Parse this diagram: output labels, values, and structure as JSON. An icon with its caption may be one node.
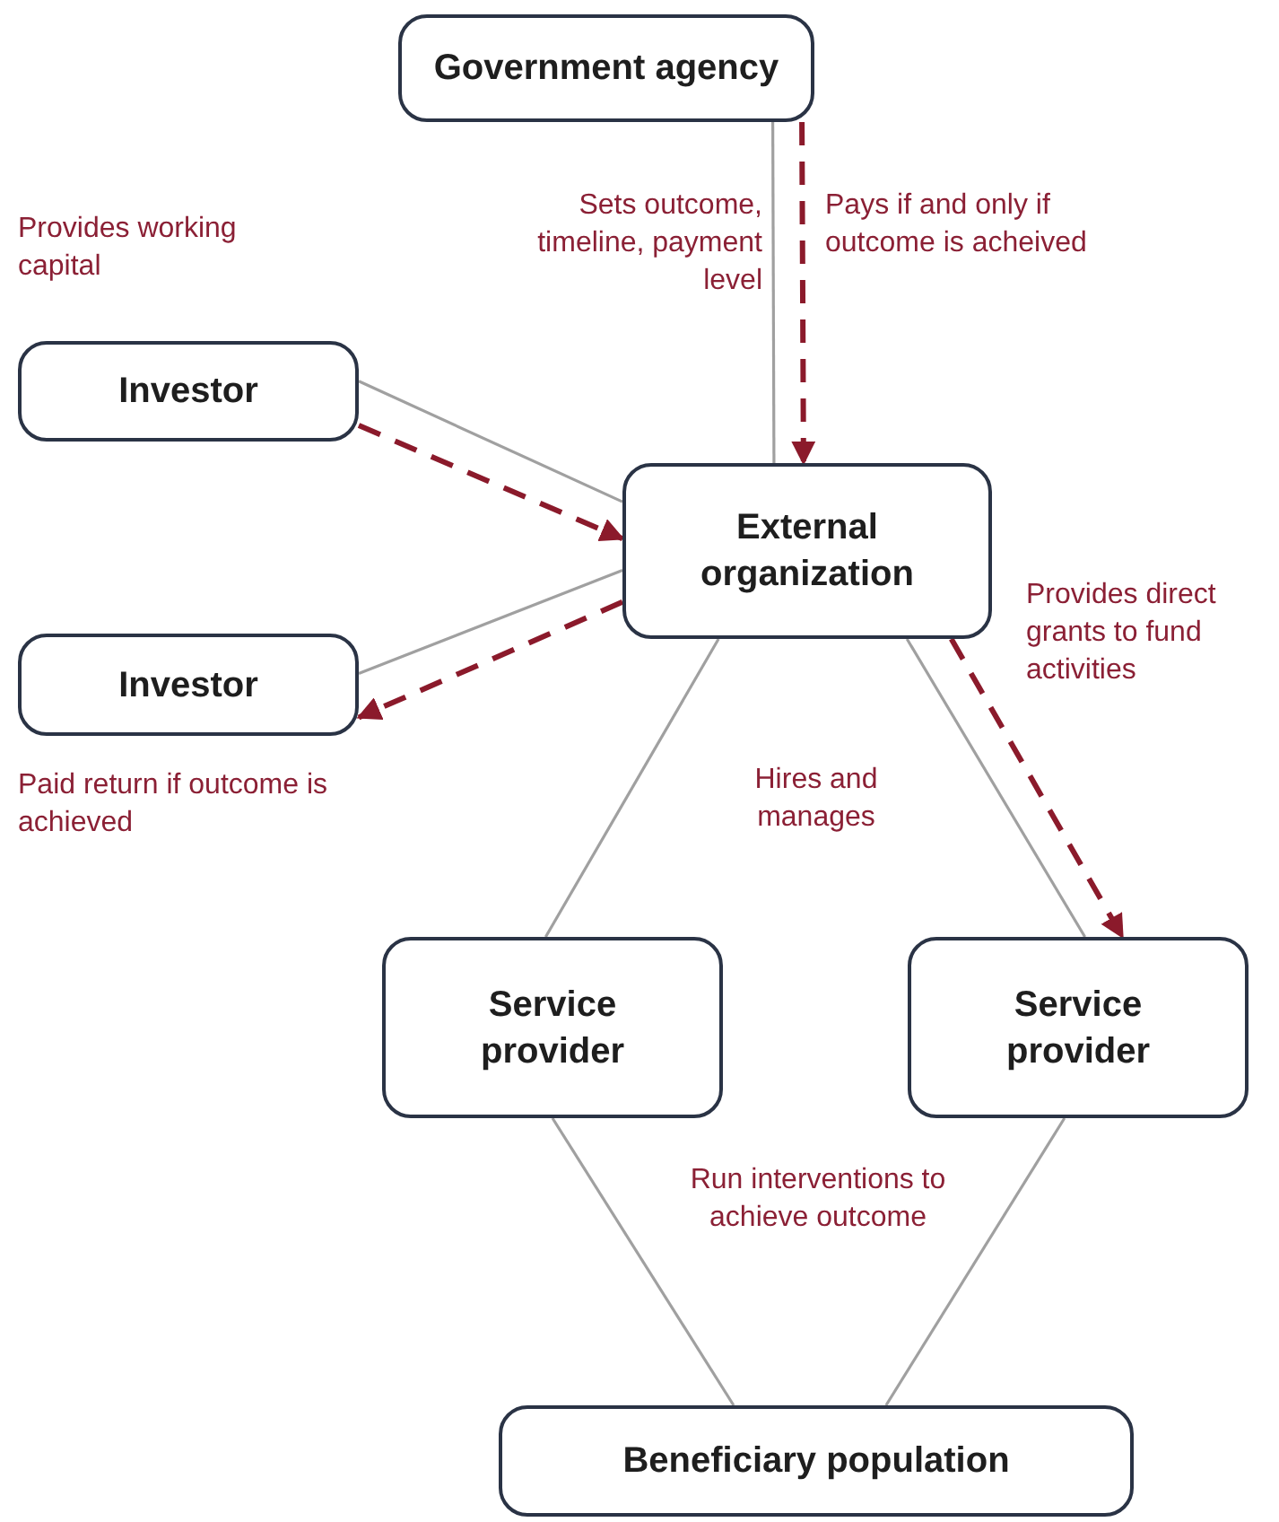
{
  "diagram": {
    "nodes": [
      {
        "text": [
          "Government agency"
        ]
      },
      {
        "text": [
          "Investor"
        ],
        "beside": [
          "Provides working capital"
        ]
      },
      {
        "text": [
          "External organization"
        ]
      },
      {
        "text": [
          "Investor"
        ],
        "beside": [
          "Paid return if outcome is achieved"
        ]
      },
      {
        "text": [
          "Service provider"
        ]
      },
      {
        "text": [
          "Service provider"
        ]
      },
      {
        "text": [
          "Beneficiary population"
        ]
      }
    ],
    "edges": [
      {
        "from": 0,
        "to": 2,
        "arrow": "none",
        "label": "Sets outcome, timeline, payment level"
      },
      {
        "from": 0,
        "to": 2,
        "arrow": "to",
        "style": "dashed",
        "color": "#8b1a2b",
        "label": "Pays if and only if outcome is acheived"
      },
      {
        "from": 1,
        "to": 2,
        "arrow": "none"
      },
      {
        "from": 1,
        "to": 2,
        "arrow": "to",
        "style": "dashed",
        "color": "#8b1a2b"
      },
      {
        "from": 2,
        "to": 3,
        "arrow": "none"
      },
      {
        "from": 2,
        "to": 3,
        "arrow": "to",
        "style": "dashed",
        "color": "#8b1a2b"
      },
      {
        "from": 2,
        "to": 4,
        "arrow": "none",
        "label": "Hires and manages"
      },
      {
        "from": 2,
        "to": 5,
        "arrow": "none"
      },
      {
        "from": 2,
        "to": 5,
        "arrow": "to",
        "style": "dashed",
        "color": "#8b1a2b",
        "label": "Provides direct grants to fund activities"
      },
      {
        "from": 4,
        "to": 6,
        "arrow": "none",
        "label": "Run interventions to achieve outcome"
      },
      {
        "from": 5,
        "to": 6,
        "arrow": "none"
      }
    ]
  }
}
